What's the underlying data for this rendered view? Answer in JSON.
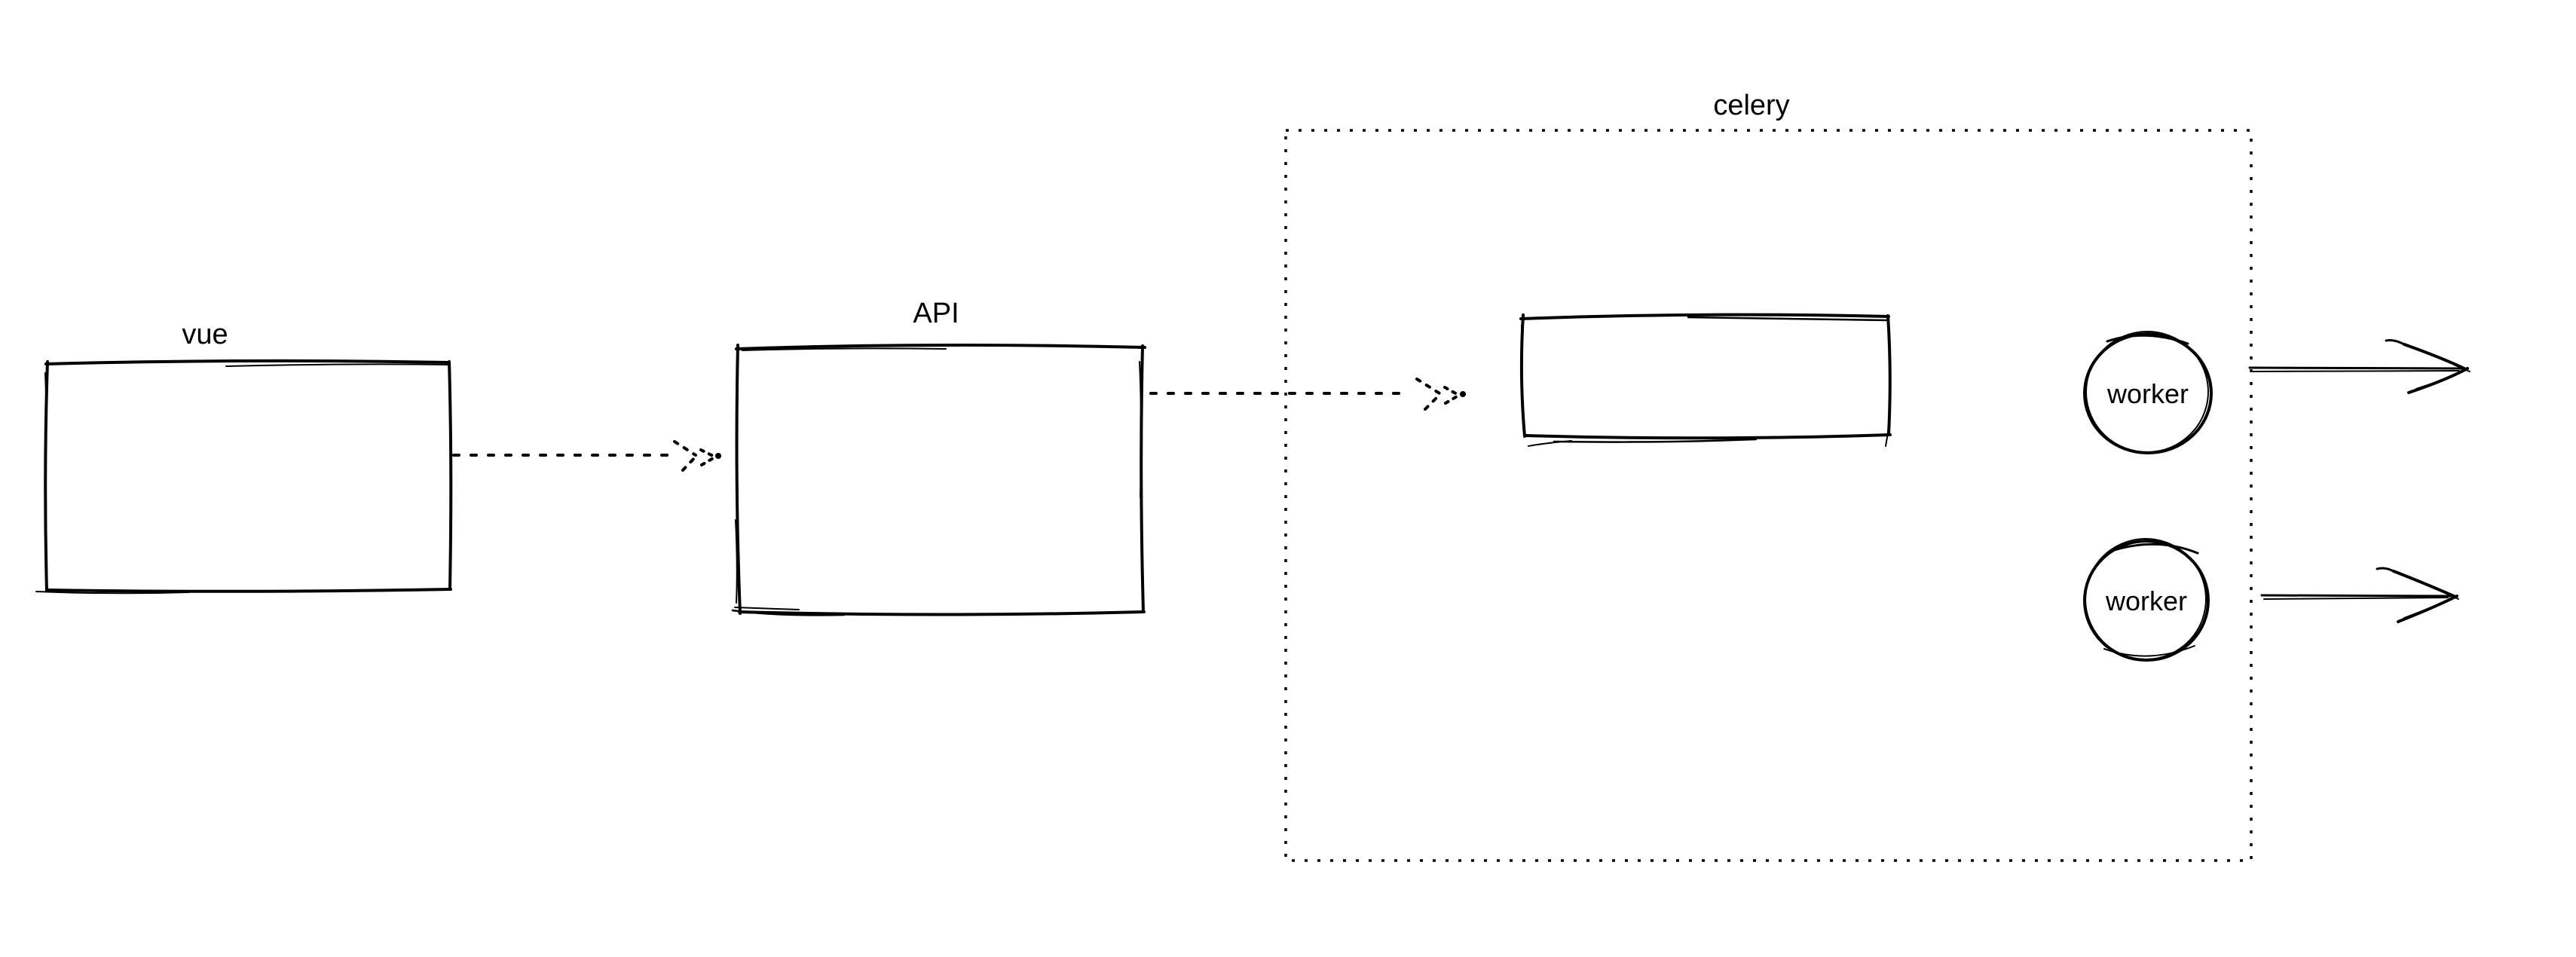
{
  "diagram": {
    "type": "flow-diagram",
    "style": "hand-drawn-sketch",
    "background": "#ffffff",
    "ink": "#000000",
    "nodes": [
      {
        "id": "vue",
        "shape": "rectangle",
        "label": "vue",
        "label_position": "above"
      },
      {
        "id": "api",
        "shape": "rectangle",
        "label": "API",
        "label_position": "above"
      },
      {
        "id": "celery",
        "shape": "dotted-rectangle",
        "label": "celery",
        "label_position": "above"
      },
      {
        "id": "queue",
        "shape": "rectangle",
        "label": "",
        "inside": "celery"
      },
      {
        "id": "worker-top",
        "shape": "circle",
        "label": "worker",
        "inside": "celery"
      },
      {
        "id": "worker-bottom",
        "shape": "circle",
        "label": "worker",
        "inside": "celery"
      }
    ],
    "edges": [
      {
        "from": "vue",
        "to": "api",
        "style": "dotted",
        "arrowhead": "dotted-chevron"
      },
      {
        "from": "api",
        "to": "queue",
        "style": "dotted",
        "arrowhead": "dotted-chevron"
      },
      {
        "from": "worker-top",
        "to": "right-exit",
        "style": "solid",
        "arrowhead": "open-v"
      },
      {
        "from": "worker-bottom",
        "to": "right-exit",
        "style": "solid",
        "arrowhead": "open-v"
      }
    ]
  }
}
